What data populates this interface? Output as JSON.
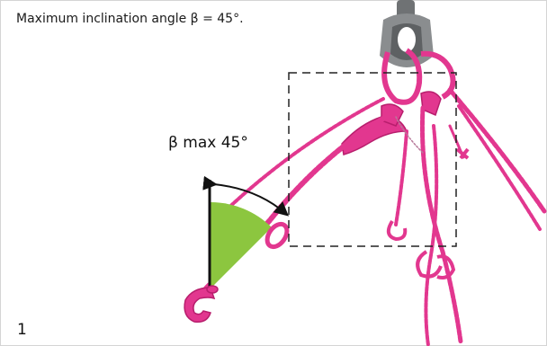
{
  "caption": "Maximum inclination angle β = 45°.",
  "angle_label": "β max 45°",
  "figure_number": "1",
  "colors": {
    "chain": "#e2378f",
    "chain_dark": "#b81e6d",
    "angle_fill": "#8cc63f",
    "hook_gray": "#7d8082",
    "border": "#d4d4d4",
    "text": "#1a1a1a"
  },
  "icons": {
    "angle_arrow": "double-arrow-arc",
    "detail_box": "dashed-rectangle"
  }
}
